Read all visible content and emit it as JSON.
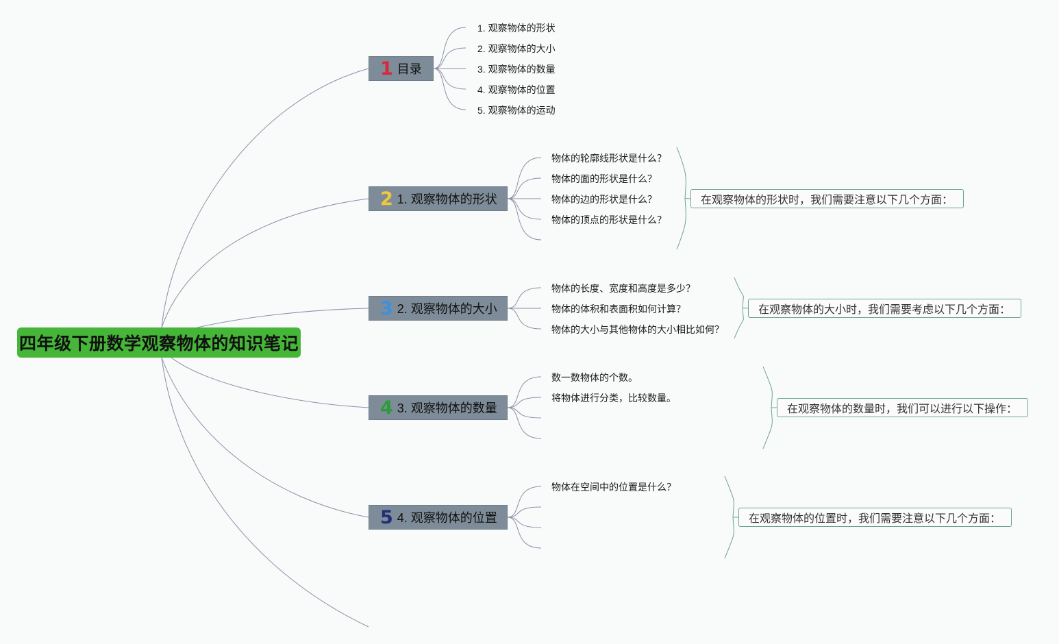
{
  "root": {
    "title": "四年级下册数学观察物体的知识笔记",
    "color": "#46b638"
  },
  "colors": {
    "node_fill": "#7d8c98",
    "connector": "#8c8fa8",
    "summary_border": "#6aa58a",
    "num1": "#d8283b",
    "num2": "#f0c93a",
    "num3": "#3d8fe0",
    "num4": "#2f9a3a",
    "num5": "#1f2f7a"
  },
  "branches": [
    {
      "num": "1",
      "label": "目录",
      "children": [
        "1. 观察物体的形状",
        "2. 观察物体的大小",
        "3. 观察物体的数量",
        "4. 观察物体的位置",
        "5. 观察物体的运动"
      ]
    },
    {
      "num": "2",
      "label": "1. 观察物体的形状",
      "children": [
        "物体的轮廓线形状是什么？",
        "物体的面的形状是什么？",
        "物体的边的形状是什么？",
        "物体的顶点的形状是什么？"
      ],
      "summary": "在观察物体的形状时，我们需要注意以下几个方面："
    },
    {
      "num": "3",
      "label": "2. 观察物体的大小",
      "children": [
        "物体的长度、宽度和高度是多少？",
        "物体的体积和表面积如何计算？",
        "物体的大小与其他物体的大小相比如何？"
      ],
      "summary": "在观察物体的大小时，我们需要考虑以下几个方面："
    },
    {
      "num": "4",
      "label": "3. 观察物体的数量",
      "children": [
        "数一数物体的个数。",
        "将物体进行分类，比较数量。"
      ],
      "summary": "在观察物体的数量时，我们可以进行以下操作："
    },
    {
      "num": "5",
      "label": "4. 观察物体的位置",
      "children": [
        "物体在空间中的位置是什么？"
      ],
      "summary": "在观察物体的位置时，我们需要注意以下几个方面："
    }
  ]
}
